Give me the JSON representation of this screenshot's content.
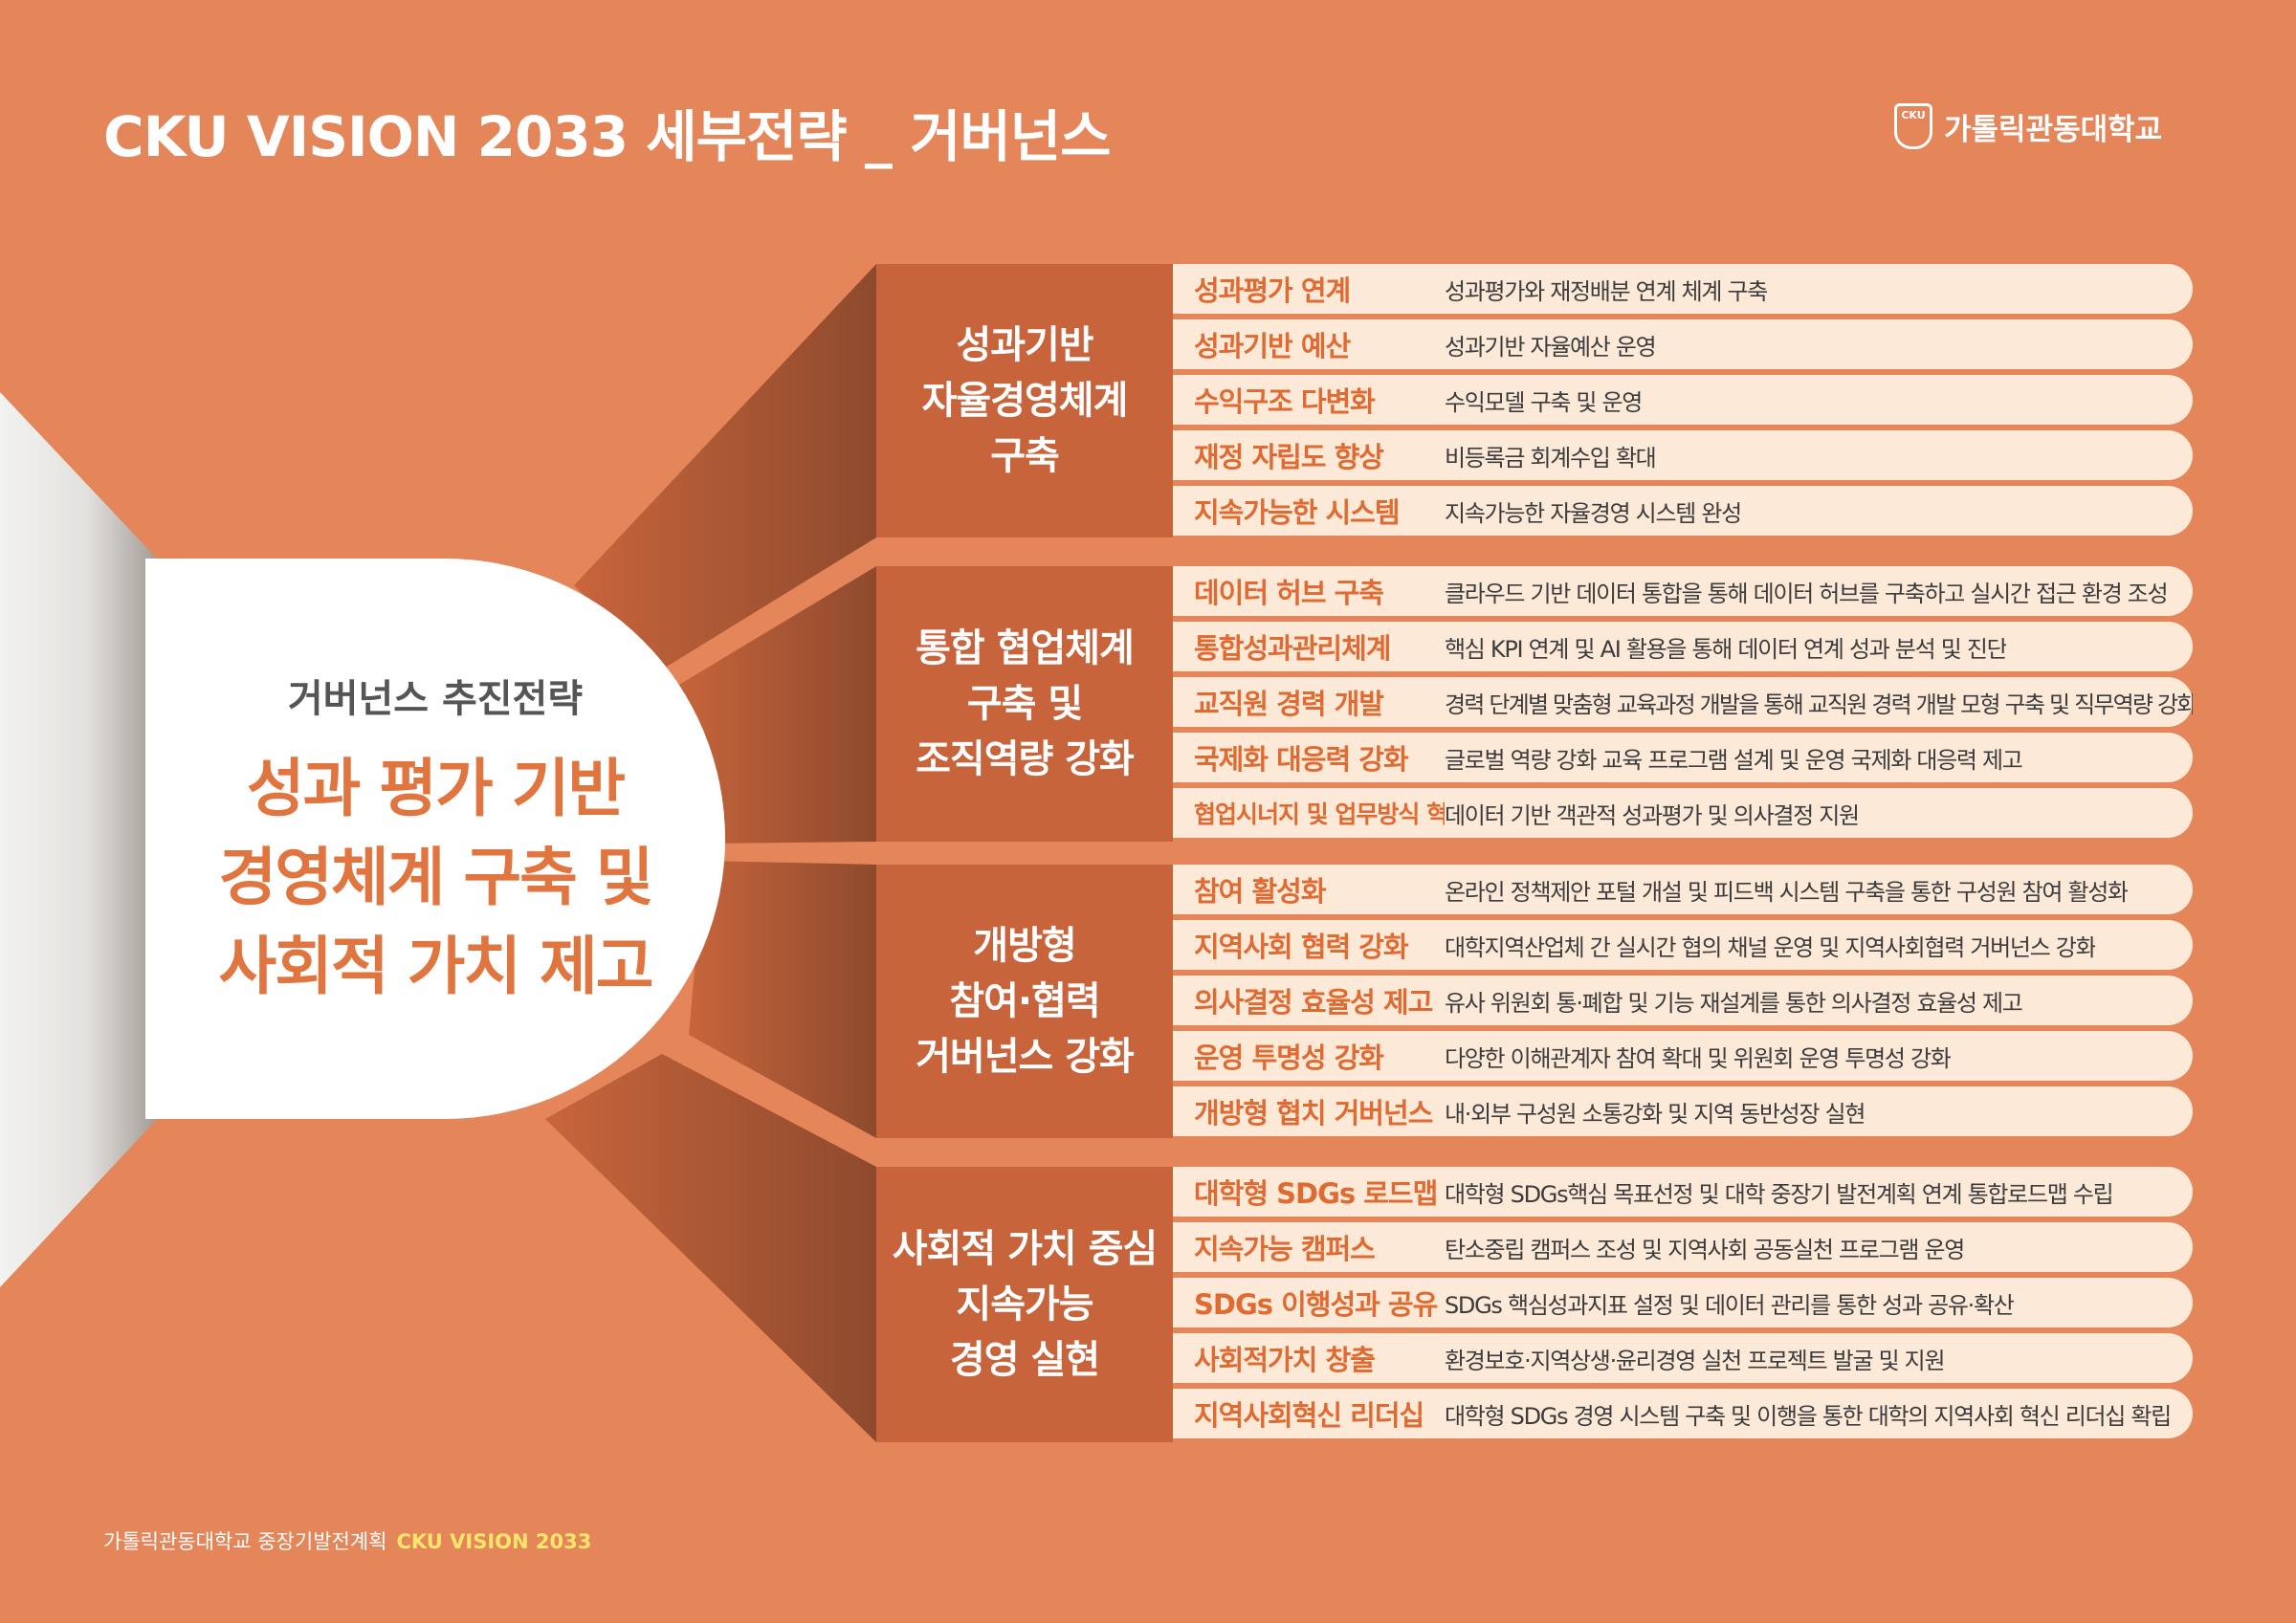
{
  "header": {
    "title": "CKU VISION 2033 세부전략 _ 거버넌스",
    "logo_mark": "CKU",
    "logo_text": "가톨릭관동대학교"
  },
  "hub": {
    "subtitle": "거버넌스 추진전략",
    "headline": "성과 평가 기반\n경영체계 구축 및\n사회적 가치 제고"
  },
  "strategies": [
    {
      "title": "성과기반\n자율경영체계\n구축",
      "items": [
        {
          "label": "성과평가 연계",
          "desc": "성과평가와 재정배분 연계 체계 구축"
        },
        {
          "label": "성과기반 예산",
          "desc": "성과기반 자율예산 운영"
        },
        {
          "label": "수익구조 다변화",
          "desc": "수익모델 구축 및 운영"
        },
        {
          "label": "재정 자립도 향상",
          "desc": "비등록금 회계수입 확대"
        },
        {
          "label": "지속가능한 시스템",
          "desc": "지속가능한 자율경영 시스템 완성"
        }
      ]
    },
    {
      "title": "통합 협업체계\n구축 및\n조직역량 강화",
      "items": [
        {
          "label": "데이터 허브 구축",
          "desc": "클라우드 기반 데이터 통합을 통해 데이터 허브를 구축하고 실시간 접근 환경 조성"
        },
        {
          "label": "통합성과관리체계",
          "desc": "핵심 KPI 연계 및 AI 활용을 통해 데이터 연계 성과 분석 및 진단"
        },
        {
          "label": "교직원 경력 개발",
          "desc": "경력 단계별 맞춤형 교육과정 개발을 통해 교직원 경력 개발 모형 구축 및 직무역량 강화"
        },
        {
          "label": "국제화 대응력 강화",
          "desc": "글로벌 역량 강화 교육 프로그램 설계 및 운영 국제화 대응력 제고"
        },
        {
          "label": "협업시너지 및 업무방식 혁신",
          "desc": "데이터 기반 객관적 성과평가 및 의사결정 지원"
        }
      ]
    },
    {
      "title": "개방형\n참여·협력\n거버넌스 강화",
      "items": [
        {
          "label": "참여 활성화",
          "desc": "온라인 정책제안 포털 개설 및 피드백 시스템 구축을 통한 구성원 참여 활성화"
        },
        {
          "label": "지역사회 협력 강화",
          "desc": "대학지역산업체 간 실시간 협의 채널 운영 및 지역사회협력 거버넌스 강화"
        },
        {
          "label": "의사결정 효율성 제고",
          "desc": "유사 위원회 통·폐합 및 기능 재설계를 통한 의사결정 효율성 제고"
        },
        {
          "label": "운영 투명성 강화",
          "desc": "다양한 이해관계자 참여 확대 및 위원회 운영 투명성 강화"
        },
        {
          "label": "개방형 협치 거버넌스",
          "desc": "내·외부 구성원 소통강화 및 지역 동반성장 실현"
        }
      ]
    },
    {
      "title": "사회적 가치 중심\n지속가능\n경영 실현",
      "items": [
        {
          "label": "대학형 SDGs 로드맵",
          "desc": "대학형 SDGs핵심 목표선정 및 대학 중장기 발전계획 연계 통합로드맵 수립"
        },
        {
          "label": "지속가능 캠퍼스",
          "desc": "탄소중립 캠퍼스 조성 및 지역사회 공동실천 프로그램 운영"
        },
        {
          "label": "SDGs 이행성과 공유",
          "desc": "SDGs 핵심성과지표 설정 및 데이터 관리를 통한 성과 공유·확산"
        },
        {
          "label": "사회적가치 창출",
          "desc": "환경보호·지역상생·윤리경영 실천 프로젝트 발굴 및 지원"
        },
        {
          "label": "지역사회혁신 리더십",
          "desc": "대학형 SDGs 경영 시스템 구축 및 이행을 통한 대학의 지역사회 혁신 리더십 확립"
        }
      ]
    }
  ],
  "footer": {
    "text": "가톨릭관동대학교 중장기발전계획",
    "accent": "CKU VISION 2033"
  },
  "colors": {
    "background": "#e4855a",
    "category_block": "#c8643c",
    "item_row": "#fde9d8",
    "item_label": "#df6a32",
    "hub_headline": "#e0753f",
    "footer_accent": "#ffe66b"
  }
}
